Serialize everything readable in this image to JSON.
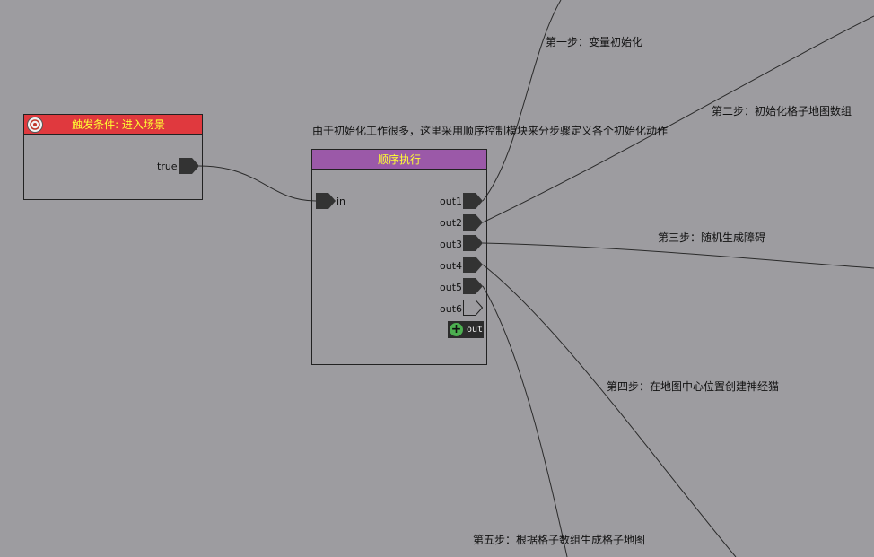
{
  "trigger_node": {
    "title": "触发条件: 进入场景",
    "port": "true",
    "icon": "gear-icon"
  },
  "sequence_node": {
    "title": "顺序执行",
    "input": "in",
    "outputs": [
      "out1",
      "out2",
      "out3",
      "out4",
      "out5",
      "out6"
    ],
    "add_button_label": "out"
  },
  "comments": {
    "main": "由于初始化工作很多，这里采用顺序控制模块来分步骤定义各个初始化动作",
    "step1": "第一步：变量初始化",
    "step2": "第二步：初始化格子地图数组",
    "step3": "第三步：随机生成障碍",
    "step4": "第四步：在地图中心位置创建神经猫",
    "step5": "第五步：根据格子数组生成格子地图"
  },
  "colors": {
    "canvas": "#9d9ca0",
    "trigger_header": "#e0393e",
    "sequence_header": "#9b59a8",
    "title_text": "#ffff33",
    "port_fill": "#333333",
    "add_button": "#4caf50"
  }
}
